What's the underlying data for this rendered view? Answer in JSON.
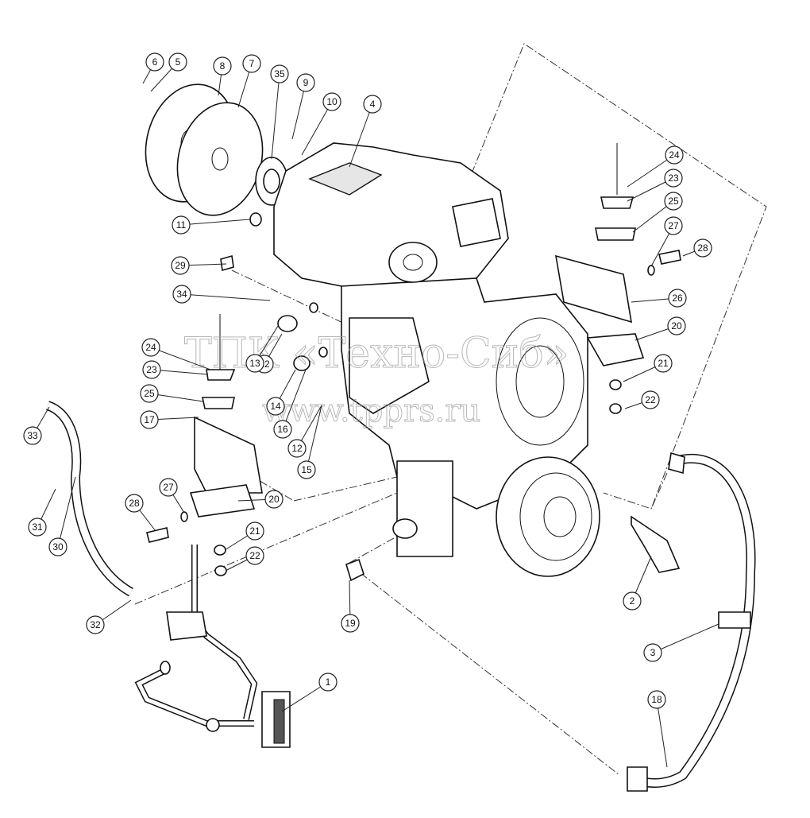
{
  "watermark": {
    "line1": "ТПК «Техно-Сиб»",
    "line2": "www.tpprs.ru"
  },
  "callouts": [
    "1",
    "2",
    "3",
    "4",
    "5",
    "6",
    "7",
    "8",
    "9",
    "10",
    "11",
    "12",
    "12",
    "13",
    "14",
    "15",
    "16",
    "17",
    "18",
    "19",
    "20",
    "20",
    "21",
    "21",
    "22",
    "22",
    "23",
    "23",
    "24",
    "24",
    "25",
    "25",
    "26",
    "27",
    "27",
    "28",
    "28",
    "29",
    "30",
    "31",
    "32",
    "33",
    "34",
    "35"
  ]
}
